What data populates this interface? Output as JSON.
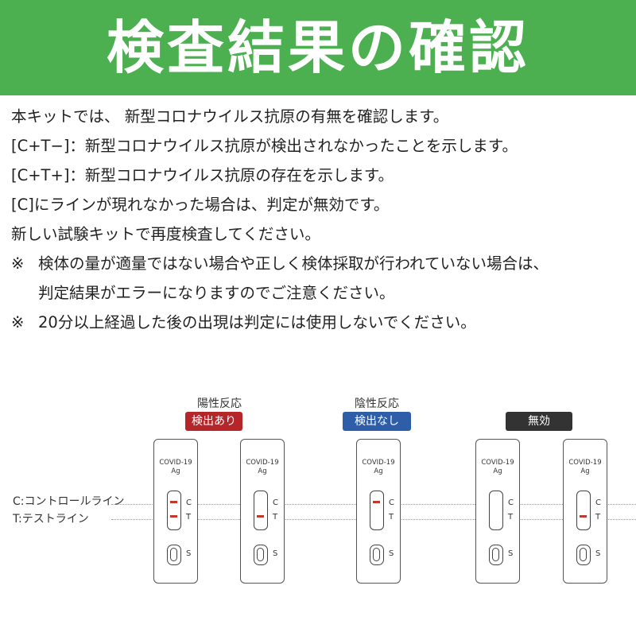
{
  "header": {
    "title": "検査結果の確認",
    "bg_color": "#4caf50"
  },
  "instructions": {
    "line1": "本キットでは、 新型コロナウイルス抗原の有無を確認します。",
    "line2": "[C+T−]：新型コロナウイルス抗原が検出されなかったことを示します。",
    "line3": "[C+T+]：新型コロナウイルス抗原の存在を示します。",
    "line4": "[C]にラインが現れなかった場合は、判定が無効です。",
    "line5": "新しい試験キットで再度検査してください。",
    "note_mark": "※",
    "note1_a": "検体の量が適量ではない場合や正しく検体採取が行われていない場合は、",
    "note1_b": "判定結果がエラーになりますのでご注意ください。",
    "note2": "20分以上経過した後の出現は判定には使用しないでください。"
  },
  "diagram": {
    "line_labels": {
      "c_line": "C:コントロールライン",
      "t_line": "T:テストライン"
    },
    "groups": {
      "positive": {
        "title": "陽性反応",
        "badge": "検出あり",
        "badge_color": "#b5262b"
      },
      "negative": {
        "title": "陰性反応",
        "badge": "検出なし",
        "badge_color": "#2e5ea8"
      },
      "invalid": {
        "title": "",
        "badge": "無効",
        "badge_color": "#333333"
      }
    },
    "device_label_line1": "COVID-19",
    "device_label_line2": "Ag",
    "c_mark": "C",
    "t_mark": "T",
    "s_mark": "S",
    "devices": [
      {
        "group": "positive",
        "c_line": true,
        "t_line": true
      },
      {
        "group": "positive",
        "c_line": false,
        "t_line": true
      },
      {
        "group": "negative",
        "c_line": true,
        "t_line": false
      },
      {
        "group": "invalid",
        "c_line": false,
        "t_line": false
      },
      {
        "group": "invalid",
        "c_line": false,
        "t_line": true
      }
    ]
  }
}
